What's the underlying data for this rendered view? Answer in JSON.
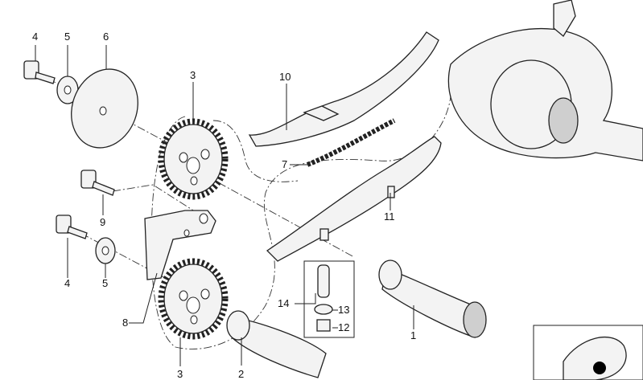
{
  "diagram": {
    "callouts": {
      "c4a": "4",
      "c5a": "5",
      "c6": "6",
      "c3a": "3",
      "c10": "10",
      "c7": "7",
      "c9": "9",
      "c11": "11",
      "c4b": "4",
      "c5b": "5",
      "c14": "14",
      "c13": "13",
      "c12": "12",
      "c8": "8",
      "c1": "1",
      "c3b": "3",
      "c2": "2"
    }
  }
}
